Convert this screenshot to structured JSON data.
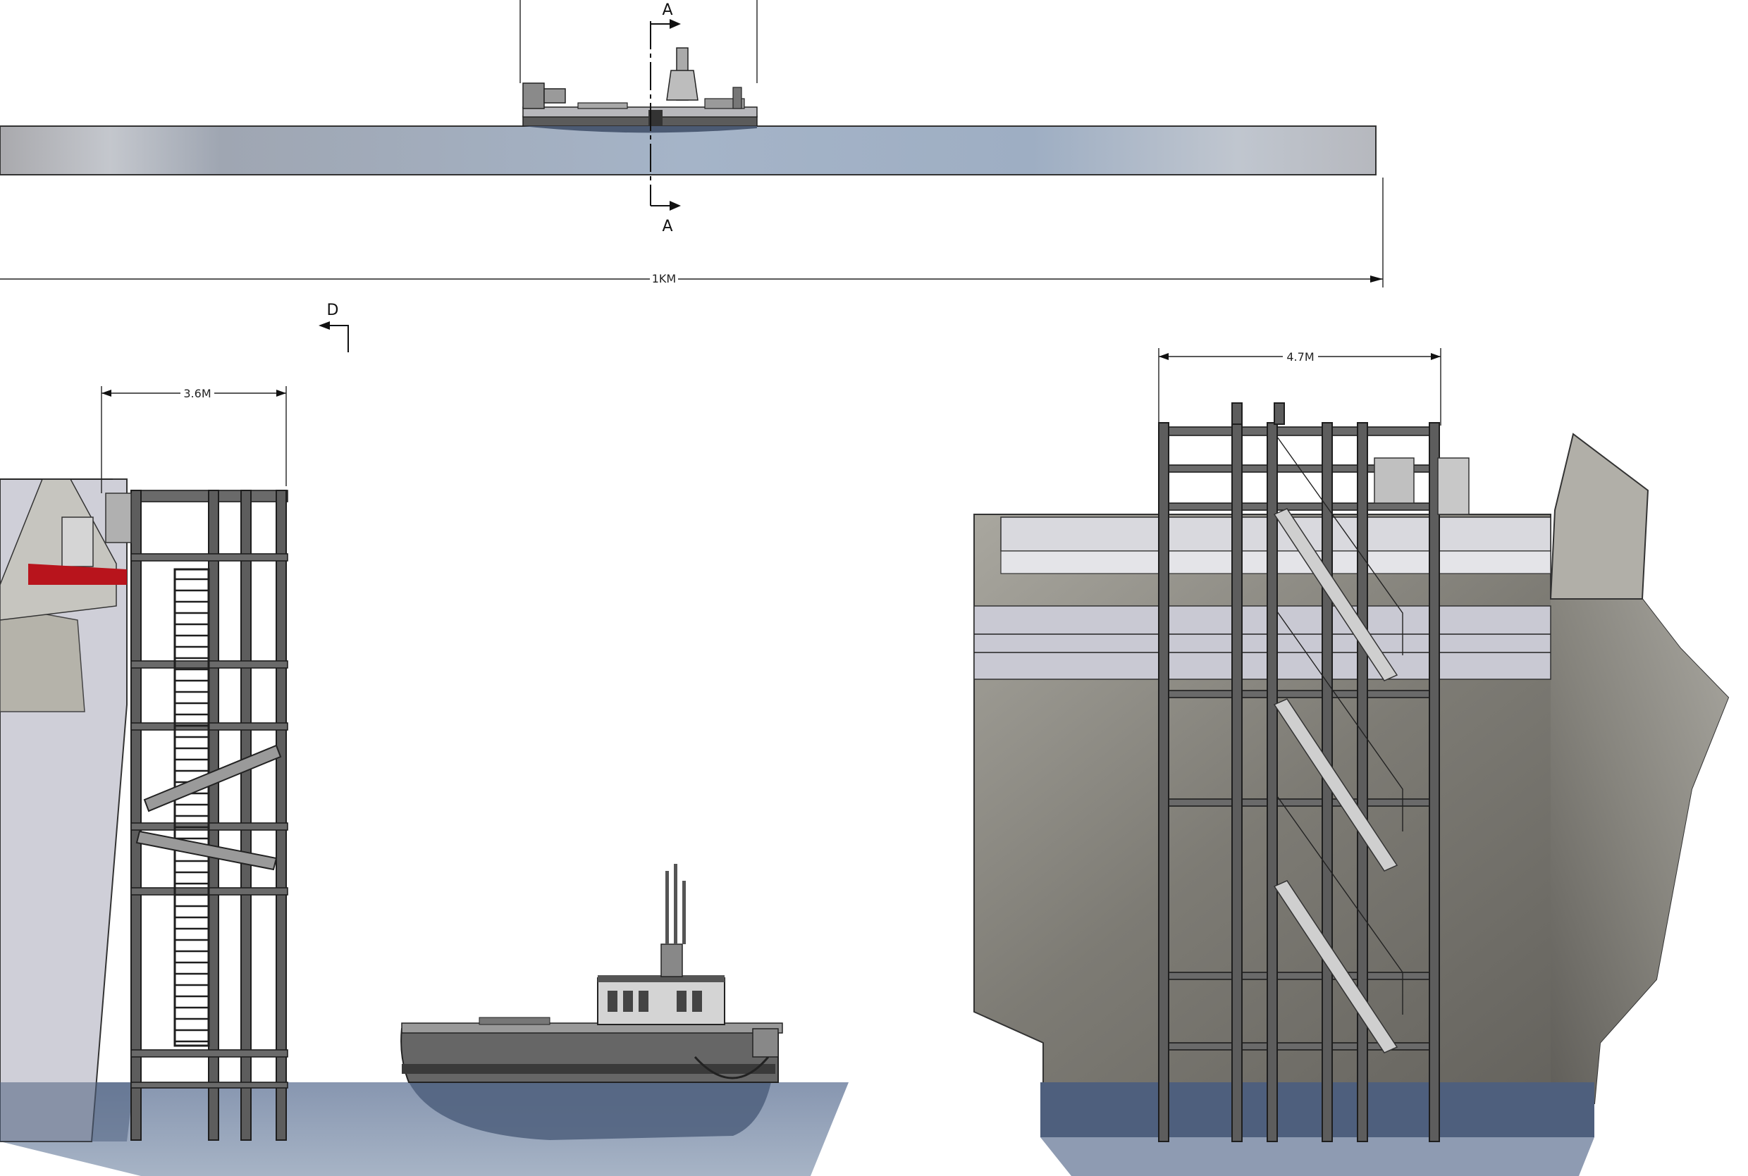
{
  "section_marks": {
    "top": "A",
    "bottom": "A",
    "detail": "D"
  },
  "dimensions": {
    "overall_length": "1KM",
    "tower_width": "3.6M",
    "front_tower_width": "4.7M"
  },
  "colors": {
    "water": "#9aaabd",
    "water_dark": "#4e5f7d",
    "hull": "#8f8d86",
    "steel": "#5d5d5d",
    "red_fitting": "#b8141c",
    "deck": "#c9c9d3"
  }
}
